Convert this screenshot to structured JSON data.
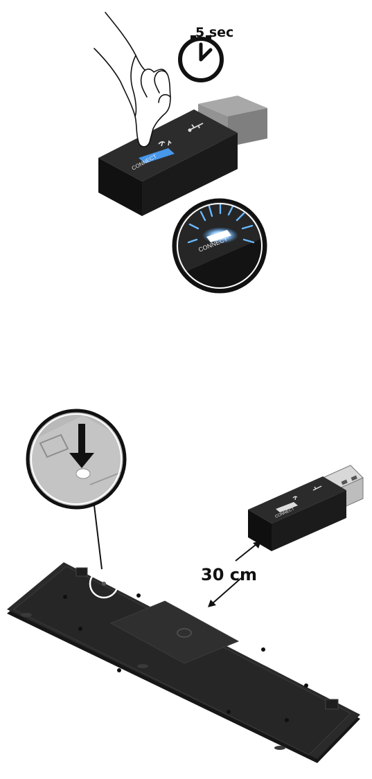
{
  "step1": {
    "timer_label": "5 sec",
    "button_label": "CONNECT",
    "zoom_button_label": "CONNECT"
  },
  "step2": {
    "distance_label": "30 cm",
    "receiver_button_label": "CONNECT"
  },
  "colors": {
    "device": "#1c1c1c",
    "device_dark": "#0c0c0c",
    "plug": "#8a8a8a",
    "keyboard": "#262626",
    "led_glow": "#4aa3ff",
    "zoom_background": "#b9b9b9"
  },
  "icons": [
    "hand-pointer-icon",
    "clock-icon",
    "usb-icon",
    "wireless-icon",
    "down-arrow-icon",
    "hp-logo-icon"
  ]
}
